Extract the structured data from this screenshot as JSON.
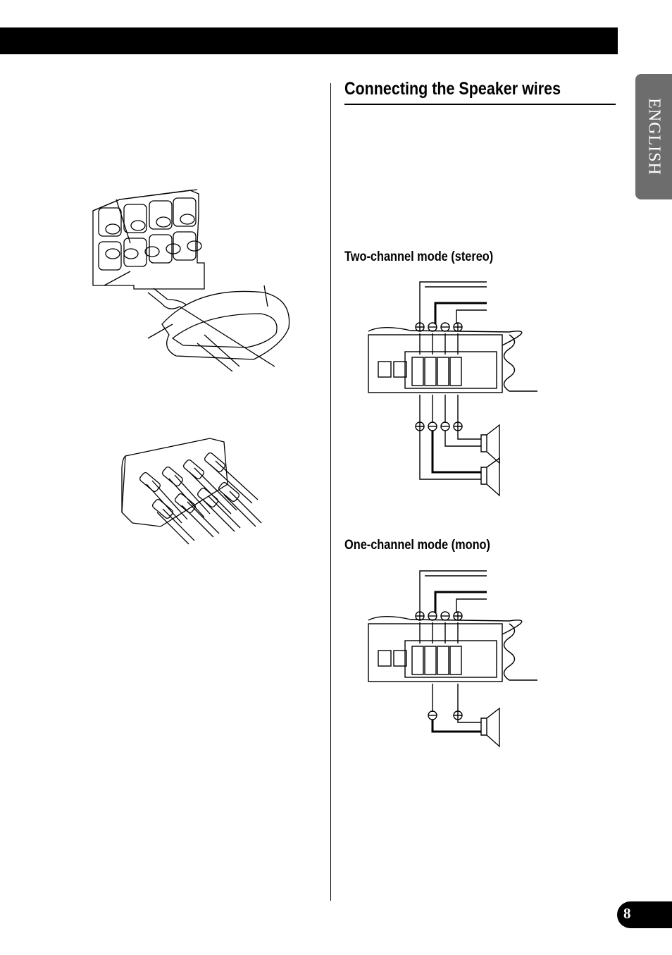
{
  "section_title": "Connecting the Speaker wires",
  "subheadings": {
    "stereo": "Two-channel mode (stereo)",
    "mono": "One-channel mode (mono)"
  },
  "language_tab": "ENGLISH",
  "page_number": "8"
}
